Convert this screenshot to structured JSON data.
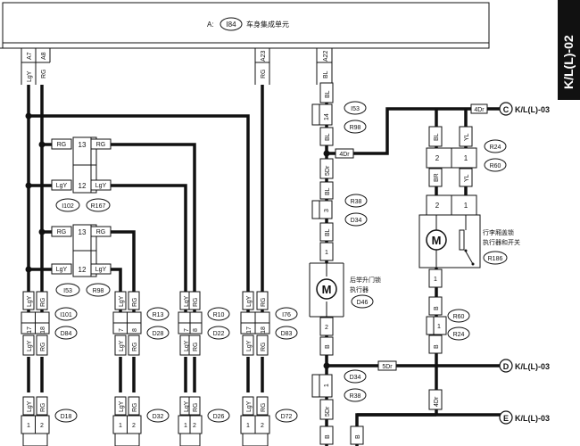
{
  "side_tab": "K/L(L)-02",
  "ecu": {
    "prefix": "A:",
    "connector": "I84",
    "name": "车身集成单元"
  },
  "terminals": [
    {
      "pin": "A7",
      "wire": "LgY"
    },
    {
      "pin": "A8",
      "wire": "RG"
    },
    {
      "pin": "A23",
      "wire": "RG"
    },
    {
      "pin": "A22",
      "wire": "BL"
    }
  ],
  "splice_upper": {
    "connectors": [
      "I102",
      "R167"
    ],
    "rows": [
      {
        "left": "RG",
        "pin": "13",
        "right": "RG"
      },
      {
        "left": "LgY",
        "pin": "12",
        "right": "LgY"
      }
    ]
  },
  "splice_lower": {
    "connectors": [
      "I53",
      "R98"
    ],
    "rows": [
      {
        "left": "RG",
        "pin": "13",
        "right": "RG"
      },
      {
        "left": "LgY",
        "pin": "12",
        "right": "LgY"
      }
    ]
  },
  "door_groups": [
    {
      "top": [
        "I101",
        "D84"
      ],
      "pins": [
        "17",
        "18"
      ],
      "wires": [
        "LgY",
        "RG"
      ],
      "bottom": "D18"
    },
    {
      "top": [
        "R13",
        "D28"
      ],
      "pins": [
        "7",
        "8"
      ],
      "wires": [
        "LgY",
        "RG"
      ],
      "bottom": "D32"
    },
    {
      "top": [
        "R10",
        "D22"
      ],
      "pins": [
        "7",
        "8"
      ],
      "wires": [
        "LgY",
        "RG"
      ],
      "bottom": "D26"
    },
    {
      "top": [
        "I76",
        "D83"
      ],
      "pins": [
        "17",
        "18"
      ],
      "wires": [
        "LgY",
        "RG"
      ],
      "bottom": "D72"
    }
  ],
  "bottom_pins": [
    "1",
    "2"
  ],
  "liftgate": {
    "conn1": {
      "names": [
        "I53",
        "R98"
      ],
      "pin": "14"
    },
    "conn2": {
      "names": [
        "R38",
        "D34"
      ],
      "pin": "3"
    },
    "conn3": {
      "names": [
        "D34",
        "R38"
      ],
      "pin": "1"
    },
    "motor_pins": [
      "1",
      "2"
    ],
    "motor_label": [
      "后举升门锁",
      "执行器"
    ],
    "motor_conn": "D46",
    "motor_symbol": "M",
    "wires": {
      "a": "BL",
      "b": "BL",
      "c": "5Dr",
      "d": "BL",
      "e": "BL",
      "f": "B",
      "g": "B",
      "h": "5Dr",
      "i": "B"
    }
  },
  "trunk": {
    "conn_top": {
      "names": [
        "R24",
        "R60"
      ],
      "pins": [
        "2",
        "1"
      ]
    },
    "conn_bottom": {
      "names": [
        "R60",
        "R24"
      ],
      "pin": "1"
    },
    "switch_label": [
      "行李厢盖锁",
      "执行器和开关"
    ],
    "switch_conn": "R186",
    "switch_pins": [
      "2",
      "1"
    ],
    "motor_symbol": "M",
    "wires": {
      "a": "BL",
      "b": "YL",
      "c": "BR",
      "d": "YL",
      "e": "1",
      "f": "B",
      "g": "B",
      "h": "4Dr"
    }
  },
  "tags": {
    "t4Dr_top": "4Dr",
    "t4Dr_mid": "4Dr",
    "t5Dr": "5Dr"
  },
  "offpage": [
    {
      "letter": "C",
      "ref": "K/L(L)-03"
    },
    {
      "letter": "D",
      "ref": "K/L(L)-03"
    },
    {
      "letter": "E",
      "ref": "K/L(L)-03"
    }
  ]
}
